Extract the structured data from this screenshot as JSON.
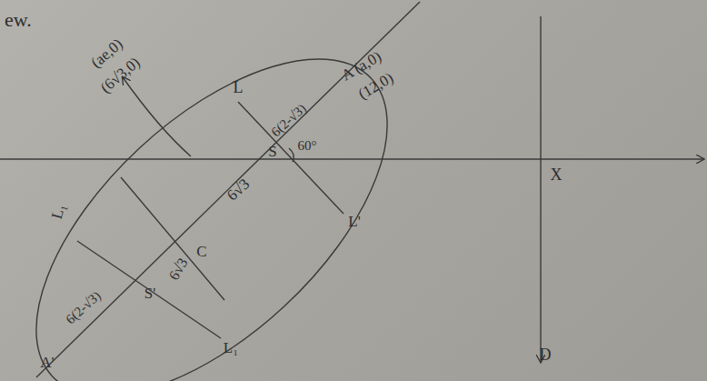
{
  "diagram": {
    "labels": [
      "ew.",
      "(ae,0)",
      "(6√3,0)",
      "L",
      "A (a,0)",
      "(12,0)",
      "6(2-√3)",
      "S",
      "60°",
      "6√3",
      "L'",
      "L₁",
      "C",
      "6√3",
      "S'",
      "6(2-√3)",
      "L₁",
      "A'",
      "X",
      "D"
    ]
  }
}
